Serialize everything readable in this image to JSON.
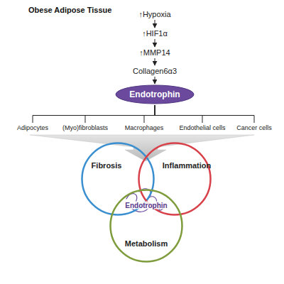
{
  "diagram": {
    "title": "Obese Adipose Tissue",
    "nodes": [
      {
        "text": [
          "↑Hypoxia"
        ]
      },
      {
        "text": [
          "↑HIF1α"
        ]
      },
      {
        "text": [
          "↑MMP14"
        ]
      },
      {
        "text": [
          "Collagen6α3"
        ]
      },
      {
        "text": [
          "Endotrophin"
        ]
      },
      {
        "text": [
          "Adipocytes"
        ]
      },
      {
        "text": [
          "(Myo)fibroblasts"
        ]
      },
      {
        "text": [
          "Macrophages"
        ]
      },
      {
        "text": [
          "Endothelial cells"
        ]
      },
      {
        "text": [
          "Cancer cells"
        ]
      },
      {
        "text": [
          "Fibrosis"
        ]
      },
      {
        "text": [
          "Inflammation"
        ]
      },
      {
        "text": [
          "Metabolism"
        ]
      }
    ],
    "edges": [
      {
        "from": 0,
        "to": 1,
        "arrow": "to"
      },
      {
        "from": 1,
        "to": 2,
        "arrow": "to"
      },
      {
        "from": 2,
        "to": 3,
        "arrow": "to"
      },
      {
        "from": 3,
        "to": 4,
        "arrow": "to"
      },
      {
        "from": 4,
        "to": 5,
        "arrow": "none"
      },
      {
        "from": 4,
        "to": 6,
        "arrow": "none"
      },
      {
        "from": 4,
        "to": 7,
        "arrow": "none"
      },
      {
        "from": 4,
        "to": 8,
        "arrow": "none"
      },
      {
        "from": 4,
        "to": 9,
        "arrow": "none"
      }
    ],
    "labels": [
      "Endotrophin"
    ]
  }
}
